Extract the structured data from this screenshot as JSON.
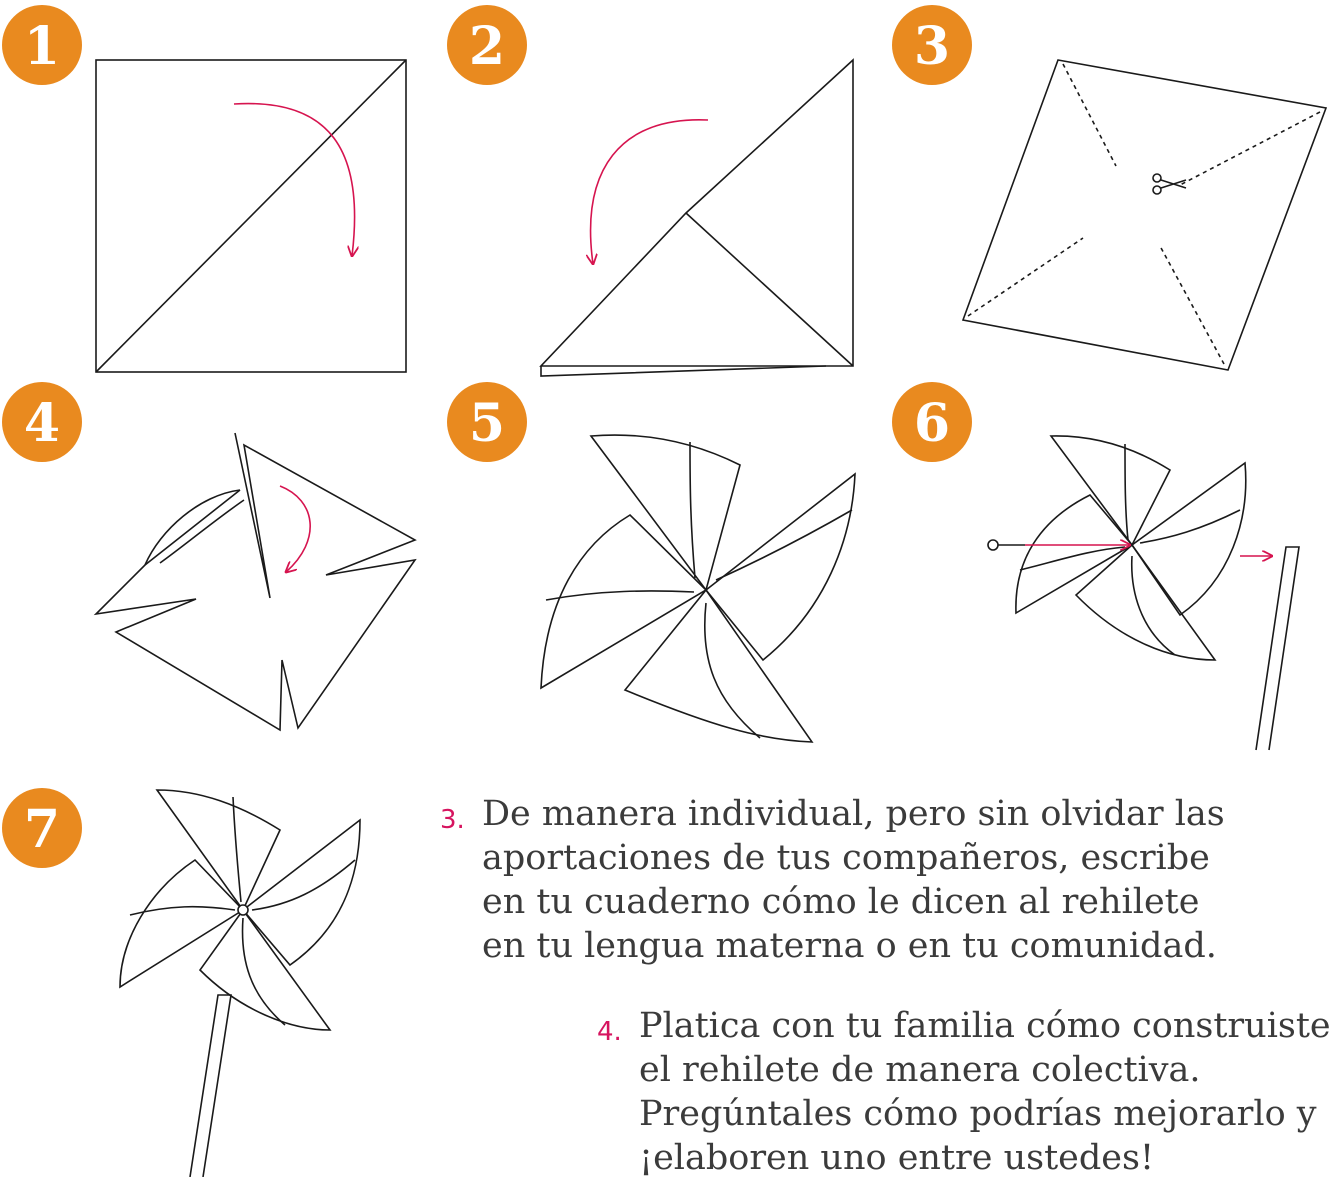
{
  "steps": [
    {
      "number": "1"
    },
    {
      "number": "2"
    },
    {
      "number": "3"
    },
    {
      "number": "4"
    },
    {
      "number": "5"
    },
    {
      "number": "6"
    },
    {
      "number": "7"
    }
  ],
  "colors": {
    "badge": "#e98a1f",
    "arrow": "#d6144f",
    "line": "#1a1a1a",
    "item_number": "#d6145f",
    "text": "#3b3b3b"
  },
  "icons": [
    "scissors-icon",
    "fold-arrow-icon",
    "pin-icon"
  ],
  "instructions": [
    {
      "number": "3.",
      "text": "De manera individual, pero sin olvidar las\naportaciones de tus compañeros, escribe\nen tu cuaderno cómo le dicen al rehilete\nen tu lengua materna o en tu comunidad."
    },
    {
      "number": "4.",
      "text": "Platica con tu familia cómo construiste\nel rehilete de manera colectiva.\nPregúntales cómo podrías mejorarlo y\n¡elaboren uno entre ustedes!"
    }
  ]
}
